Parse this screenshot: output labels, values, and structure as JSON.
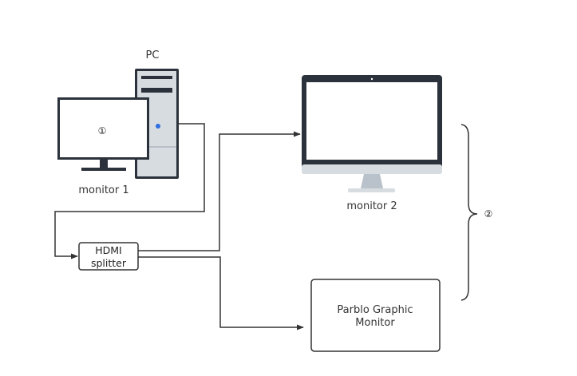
{
  "diagram": {
    "pc_label": "PC",
    "monitor1": {
      "label": "monitor 1",
      "marker": "①"
    },
    "monitor2": {
      "label": "monitor 2"
    },
    "splitter": {
      "line1": "HDMI",
      "line2": "splitter"
    },
    "parblo": {
      "line1": "Parblo Graphic",
      "line2": "Monitor"
    },
    "group_marker": "②",
    "colors": {
      "dark": "#2b323b",
      "light_gray": "#d7dce1",
      "power_led": "#2f6fe0",
      "line": "#333333"
    }
  }
}
